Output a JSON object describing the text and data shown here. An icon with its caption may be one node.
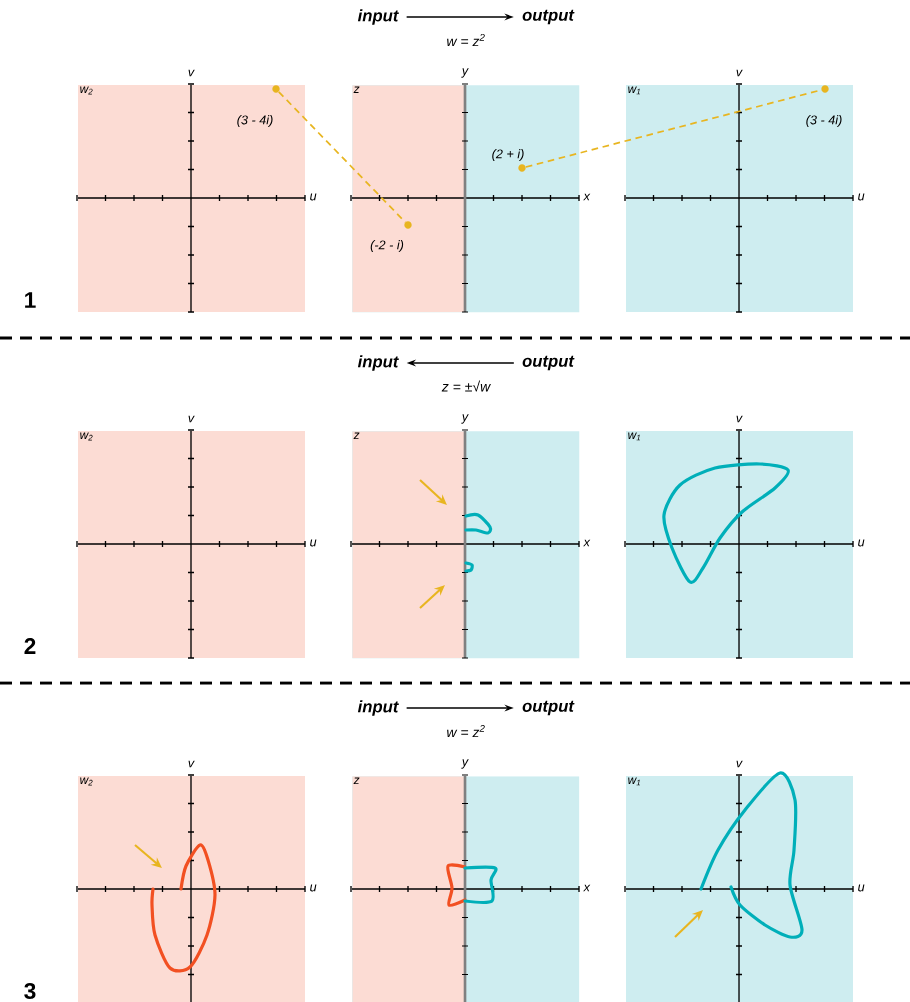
{
  "diagram": {
    "nodes": [
      {
        "text": [
          "input"
        ]
      },
      {
        "text": [
          "output"
        ]
      },
      {
        "text": [
          "w$_{2}$"
        ],
        "beside": [
          "v",
          "u"
        ]
      },
      {
        "text": [
          "z"
        ],
        "beside": [
          "y",
          "x"
        ]
      },
      {
        "text": [
          "w$_{1}$"
        ],
        "beside": [
          "v",
          "u"
        ]
      },
      {
        "text": [],
        "shape": "circle",
        "beside": [
          "(3 - 4i)"
        ],
        "in": 2
      },
      {
        "text": [],
        "shape": "circle",
        "beside": [
          "(-2 - i)"
        ],
        "in": 3
      },
      {
        "text": [],
        "shape": "circle",
        "beside": [
          "(2 + i)"
        ],
        "in": 3
      },
      {
        "text": [],
        "shape": "circle",
        "beside": [
          "(3 - 4i)"
        ],
        "in": 4
      },
      {
        "text": [
          "input"
        ]
      },
      {
        "text": [
          "output"
        ]
      },
      {
        "text": [
          "w$_{2}$"
        ],
        "beside": [
          "v",
          "u"
        ]
      },
      {
        "text": [
          "z"
        ],
        "beside": [
          "y",
          "x"
        ]
      },
      {
        "text": [
          "w$_{1}$"
        ],
        "beside": [
          "v",
          "u"
        ]
      },
      {
        "text": [
          "input"
        ]
      },
      {
        "text": [
          "output"
        ]
      },
      {
        "text": [
          "w$_{2}$"
        ],
        "beside": [
          "v",
          "u"
        ]
      },
      {
        "text": [
          "z"
        ],
        "beside": [
          "y",
          "x"
        ]
      },
      {
        "text": [
          "w$_{1}$"
        ],
        "beside": [
          "v",
          "u"
        ]
      }
    ],
    "edges": [
      {
        "from": 0,
        "to": 1,
        "arrow": "to"
      },
      {
        "from": 5,
        "to": 6,
        "arrow": "none",
        "style": "dashed",
        "color": "#e8b520"
      },
      {
        "from": 7,
        "to": 8,
        "arrow": "none",
        "style": "dashed",
        "color": "#e8b520"
      },
      {
        "from": 10,
        "to": 9,
        "arrow": "to"
      },
      {
        "from": 14,
        "to": 15,
        "arrow": "to"
      }
    ],
    "labels": [
      "w = z$^{2}$",
      "1",
      "z = ±√w",
      "2",
      "w = z$^{2}$",
      "3"
    ]
  }
}
